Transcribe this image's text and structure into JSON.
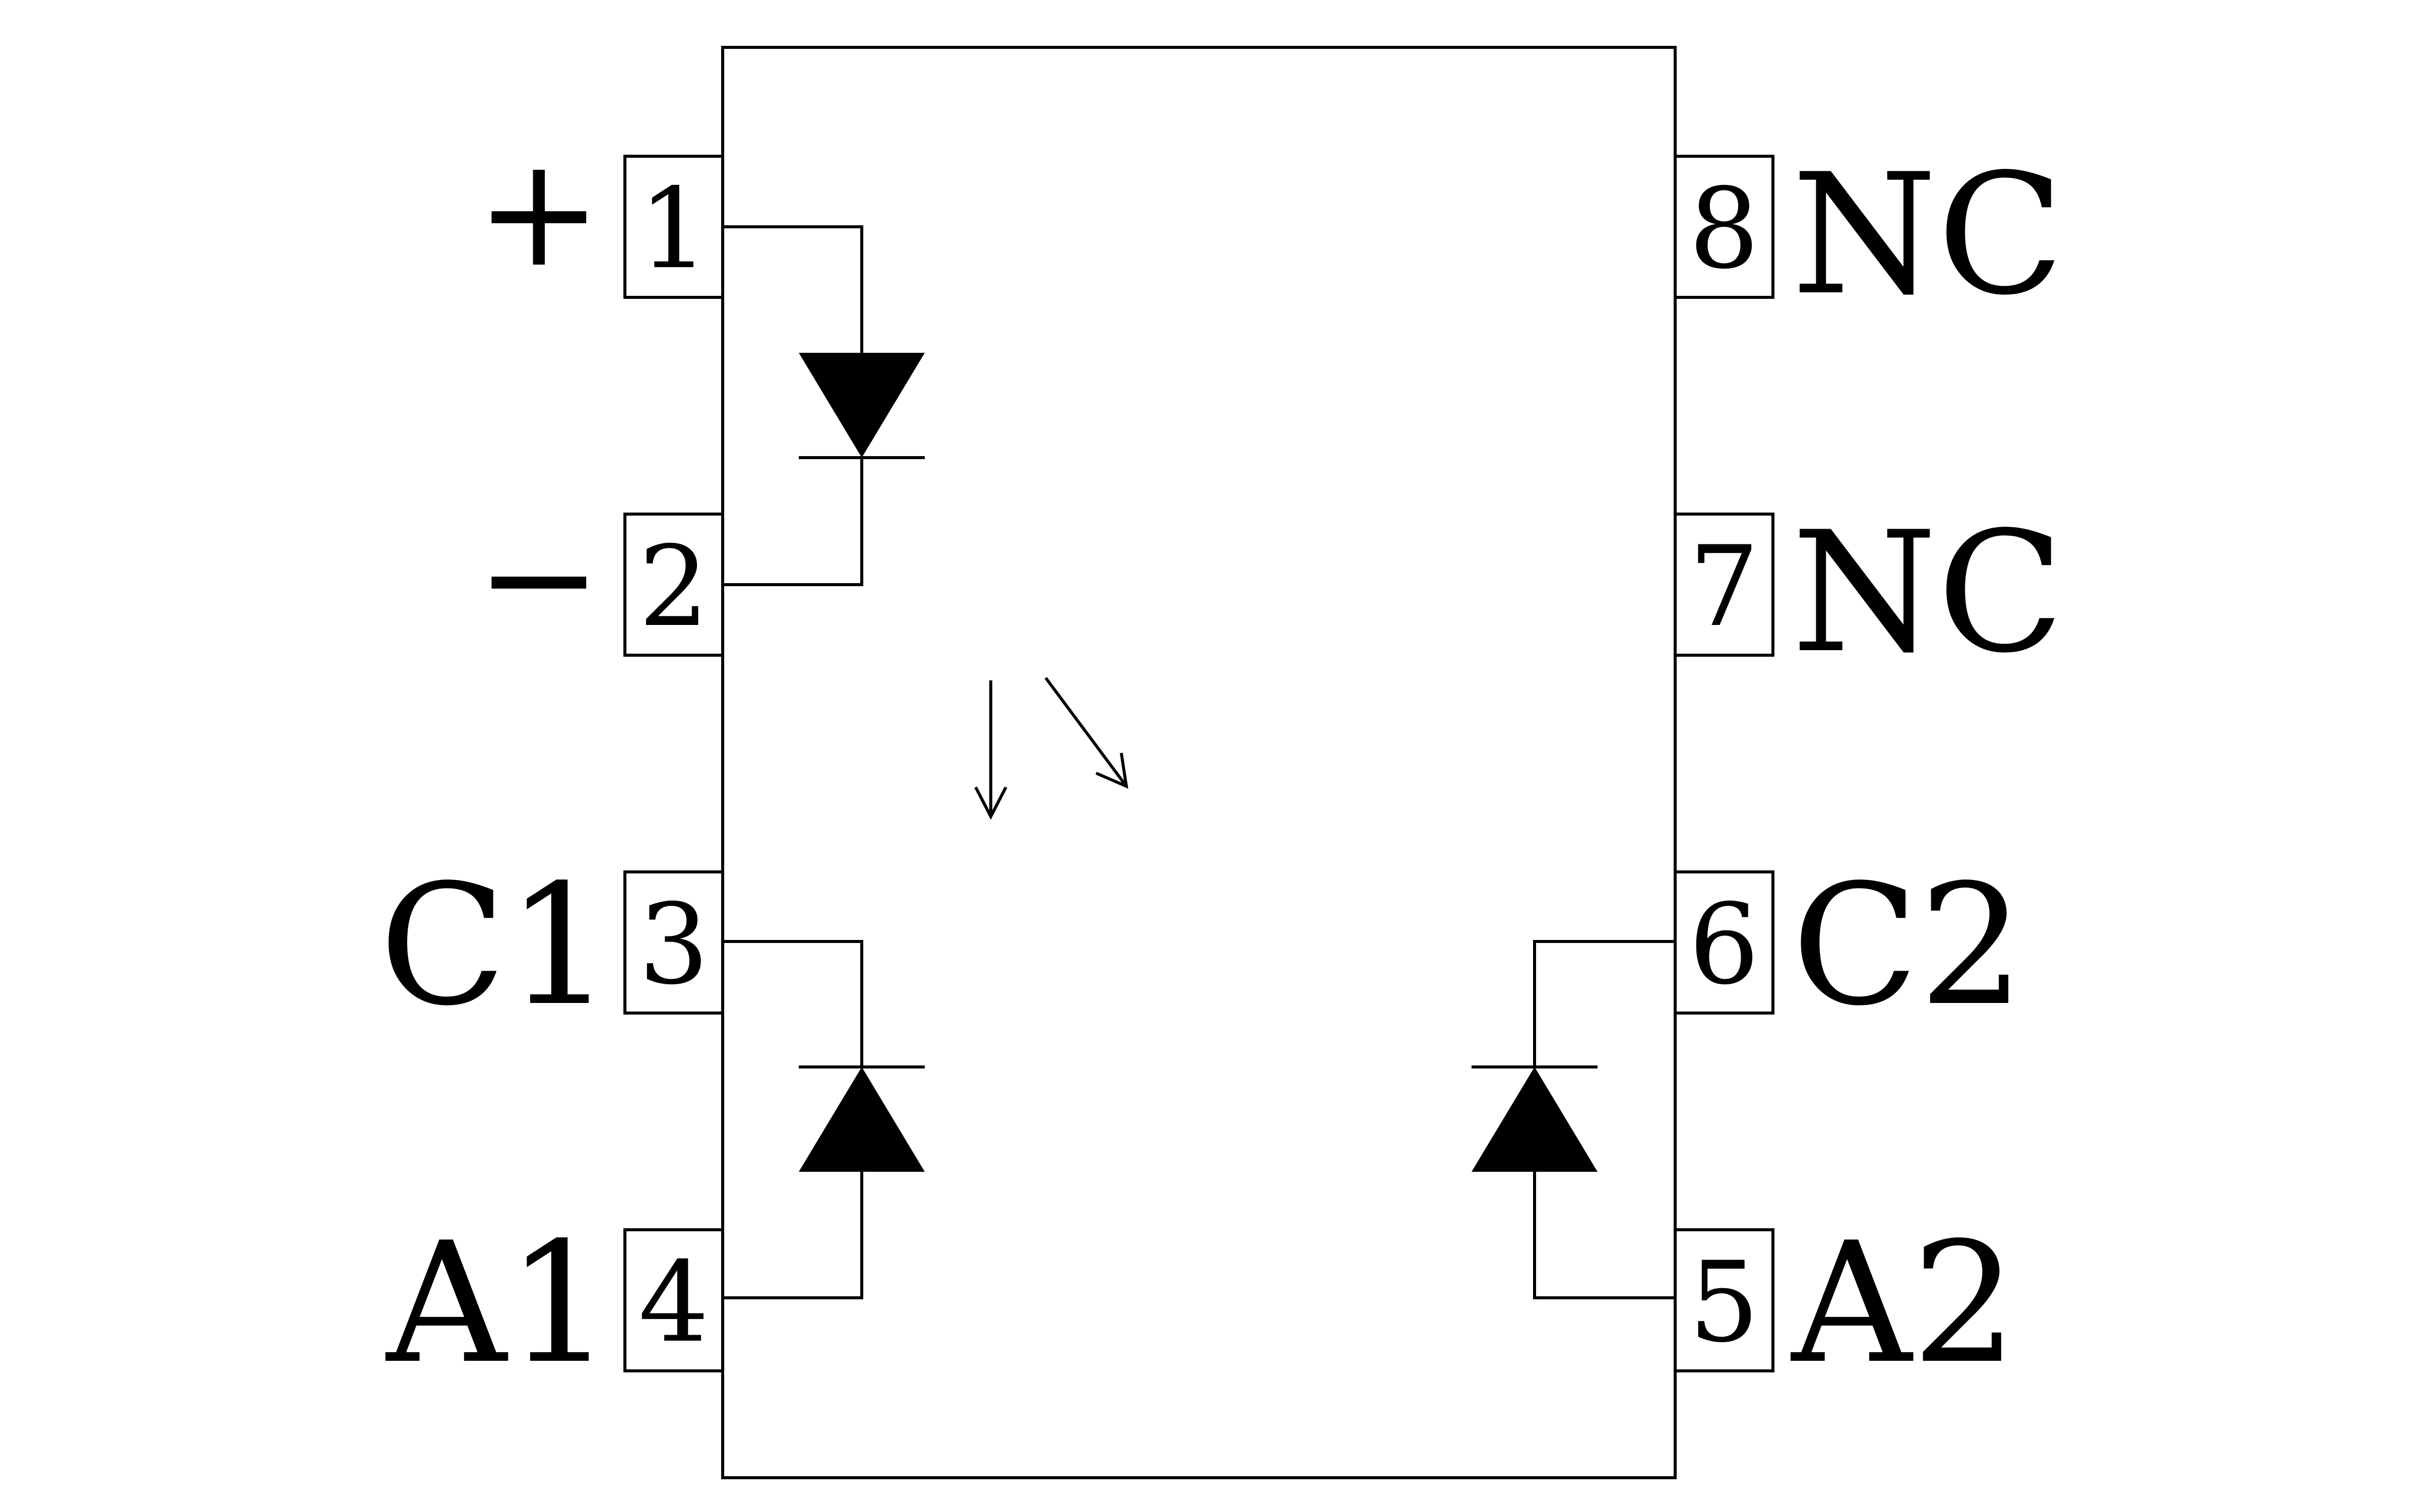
{
  "component": {
    "body_stroke": "#000000",
    "diode_fill": "#000000",
    "background": "#ffffff"
  },
  "pins": {
    "p1": {
      "number": "1",
      "label": "+"
    },
    "p2": {
      "number": "2",
      "label": "−"
    },
    "p3": {
      "number": "3",
      "label": "C1"
    },
    "p4": {
      "number": "4",
      "label": "A1"
    },
    "p5": {
      "number": "5",
      "label": "A2"
    },
    "p6": {
      "number": "6",
      "label": "C2"
    },
    "p7": {
      "number": "7",
      "label": "NC"
    },
    "p8": {
      "number": "8",
      "label": "NC"
    }
  },
  "elements": {
    "emitter": "led-diode",
    "detector_1": "photodiode",
    "detector_2": "photodiode",
    "light_arrows": "light-emission-arrows"
  }
}
